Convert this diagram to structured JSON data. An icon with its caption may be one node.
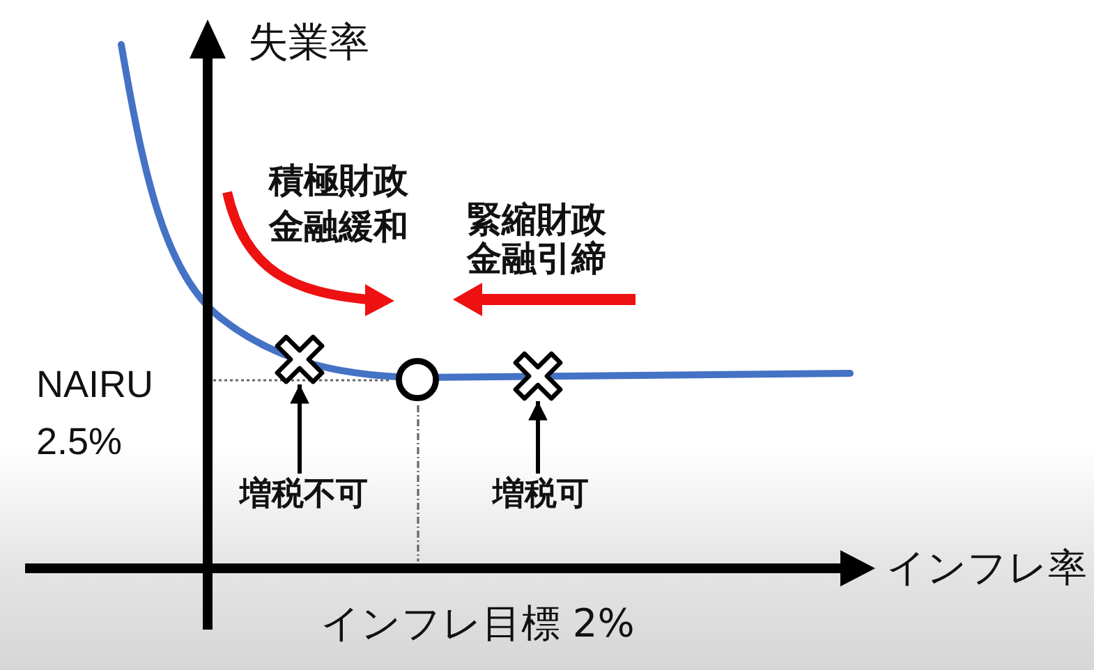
{
  "diagram": {
    "nodes": [
      {
        "text": [],
        "shape": "cross"
      },
      {
        "text": [],
        "shape": "circle"
      },
      {
        "text": [],
        "shape": "cross"
      },
      {
        "text": [
          "増税不可"
        ]
      },
      {
        "text": [
          "増税可"
        ]
      }
    ],
    "edges": [
      {
        "from": 3,
        "to": 0,
        "arrow": "to"
      },
      {
        "from": 4,
        "to": 2,
        "arrow": "to"
      }
    ],
    "labels": [
      "失業率",
      "積極財政金融緩和",
      "緊縮財政金融引締",
      "NAIRU 2.5%",
      "インフレ率",
      "インフレ目標 2%"
    ]
  }
}
